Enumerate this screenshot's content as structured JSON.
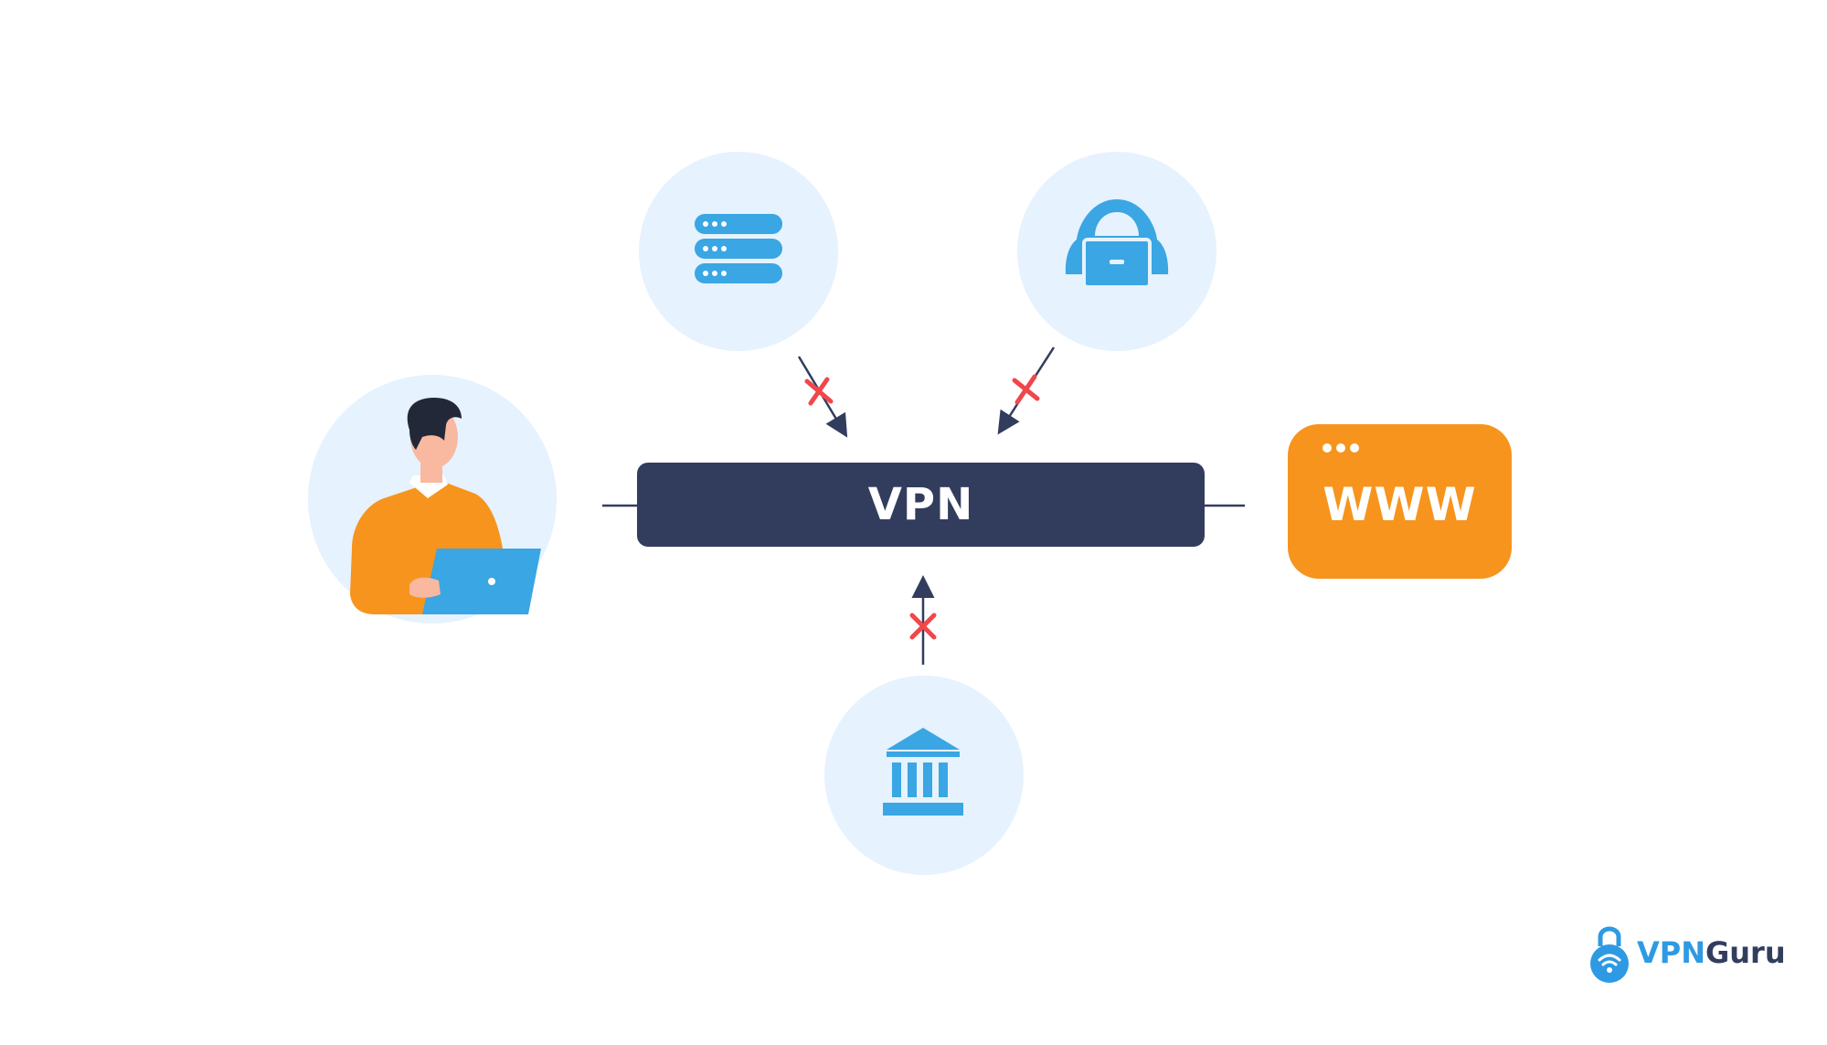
{
  "central": {
    "label": "VPN"
  },
  "destination": {
    "label": "WWW"
  },
  "brand": {
    "part1": "VPN",
    "part2": "Guru"
  },
  "icons": {
    "server": "server-icon",
    "hacker": "hacker-icon",
    "government": "government-building-icon",
    "user": "user-with-laptop-icon",
    "blocked": "blocked-x-icon",
    "logo": "lock-wifi-icon"
  },
  "colors": {
    "bar": "#323d5e",
    "accent_orange": "#f7941d",
    "icon_blue": "#3aa6e3",
    "circle_bg": "#e6f2fd",
    "blocked_red": "#f0474a"
  }
}
